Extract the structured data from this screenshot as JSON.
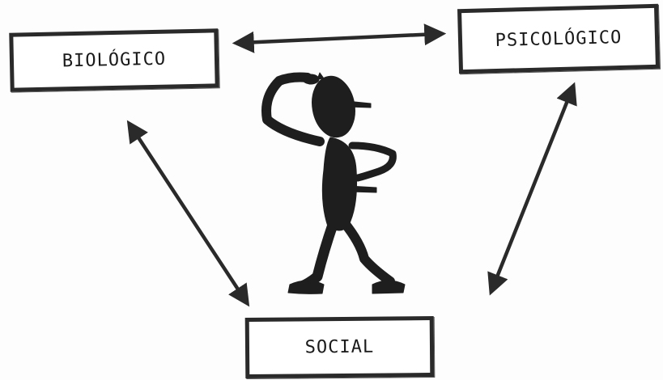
{
  "diagram": {
    "nodes": {
      "biologico": "BIOLÓGICO",
      "psicologico": "PSICOLÓGICO",
      "social": "SOCIAL"
    },
    "connections": [
      {
        "from": "BIOLÓGICO",
        "to": "PSICOLÓGICO",
        "direction": "both"
      },
      {
        "from": "BIOLÓGICO",
        "to": "SOCIAL",
        "direction": "both"
      },
      {
        "from": "PSICOLÓGICO",
        "to": "SOCIAL",
        "direction": "both"
      }
    ],
    "center_figure": "thinking-person-icon",
    "colors": {
      "ink": "#2a2a2a",
      "background": "#ffffff"
    }
  }
}
